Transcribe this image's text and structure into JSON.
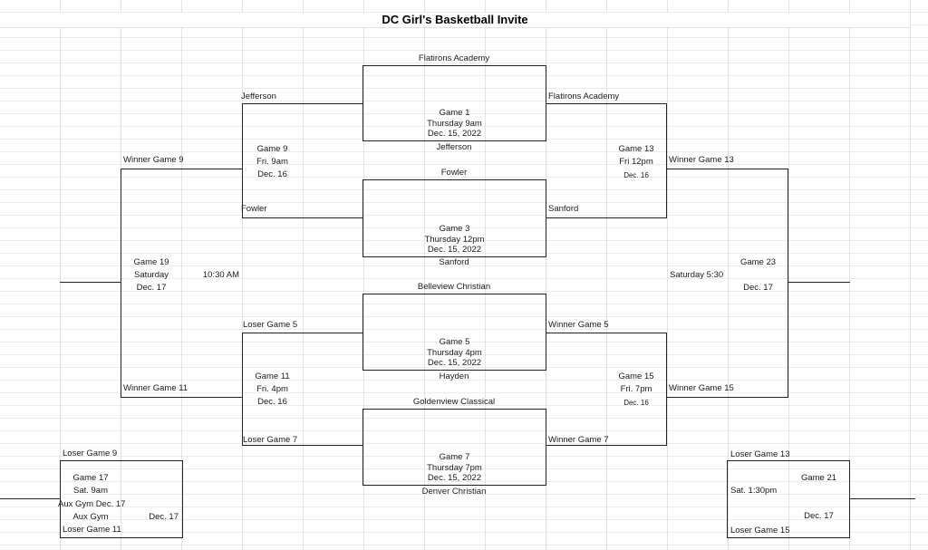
{
  "title": "DC Girl's Basketball Invite",
  "colors": {
    "grid": "#e2e2e2",
    "bracket_line": "#222222",
    "text": "#1a1a1a",
    "background": "#ffffff"
  },
  "first_round": [
    {
      "top_team": "Flatirons Academy",
      "label": "Game 1",
      "time": "Thursday 9am",
      "date": "Dec. 15, 2022",
      "bottom_team": "Jefferson"
    },
    {
      "top_team": "Fowler",
      "label": "Game 3",
      "time": "Thursday 12pm",
      "date": "Dec. 15, 2022",
      "bottom_team": "Sanford"
    },
    {
      "top_team": "Belleview Christian",
      "label": "Game 5",
      "time": "Thursday 4pm",
      "date": "Dec. 15, 2022",
      "bottom_team": "Hayden"
    },
    {
      "top_team": "Goldenview Classical",
      "label": "Game 7",
      "time": "Thursday 7pm",
      "date": "Dec. 15, 2022",
      "bottom_team": "Denver Christian"
    }
  ],
  "quarterfinals": {
    "left": [
      {
        "top_label": "Jefferson",
        "label": "Game 9",
        "time": "Fri. 9am",
        "date": "Dec. 16",
        "bottom_label": "Fowler"
      },
      {
        "top_label": "Loser Game 5",
        "label": "Game 11",
        "time": "Fri. 4pm",
        "date": "Dec. 16",
        "bottom_label": "Loser Game 7"
      }
    ],
    "right": [
      {
        "top_label": "Flatirons Academy",
        "label": "Game 13",
        "time": "Fri 12pm",
        "date": "Dec. 16",
        "bottom_label": "Sanford"
      },
      {
        "top_label": "Winner Game 5",
        "label": "Game 15",
        "time": "Fri. 7pm",
        "date": "Dec. 16",
        "bottom_label": "Winner Game 7"
      }
    ]
  },
  "semifinals": {
    "left": {
      "top_label": "Winner Game 9",
      "label": "Game 19",
      "day": "Saturday",
      "date": "Dec. 17",
      "time": "10:30 AM",
      "bottom_label": "Winner Game 11"
    },
    "right": {
      "top_label": "Winner Game 13",
      "label": "Game 23",
      "day_time": "Saturday 5:30",
      "date": "Dec. 17",
      "bottom_label": "Winner Game 15"
    }
  },
  "consolations": {
    "left": {
      "top_label": "Loser Game 9",
      "label": "Game 17",
      "time": "Sat. 9am",
      "venue_date": "Aux Gym Dec. 17",
      "venue": "Aux Gym",
      "date": "Dec. 17",
      "bottom_label": "Loser Game 11"
    },
    "right": {
      "top_label": "Loser Game 13",
      "label": "Game 21",
      "time": "Sat. 1:30pm",
      "date": "Dec. 17",
      "bottom_label": "Loser Game 15"
    }
  }
}
